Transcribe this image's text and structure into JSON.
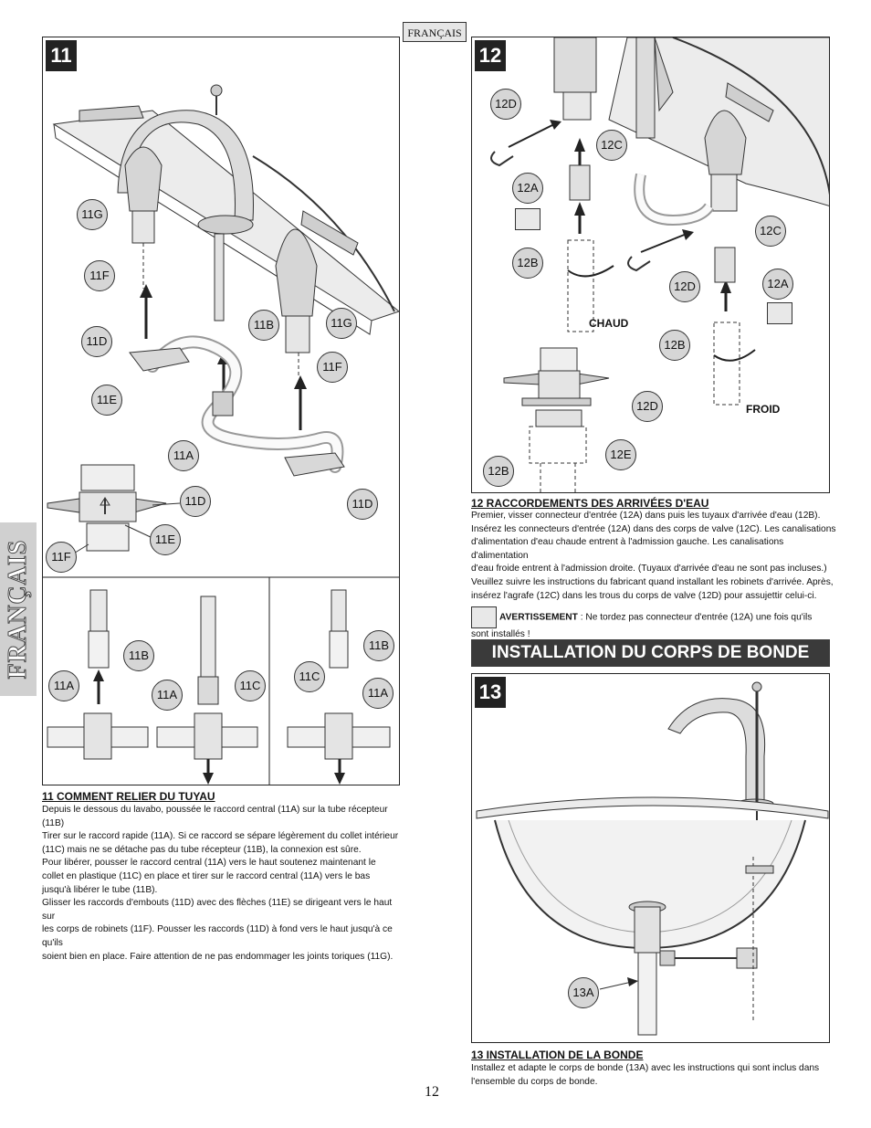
{
  "header": {
    "language_tab": "FRANÇAIS"
  },
  "sidebar": {
    "language": "FRANÇAIS"
  },
  "step11": {
    "number": "11",
    "callouts": [
      "11G",
      "11F",
      "11D",
      "11E",
      "11A",
      "11D",
      "11E",
      "11F",
      "11B",
      "11G",
      "11F",
      "11D"
    ],
    "detail_callouts": [
      "11B",
      "11A",
      "11A",
      "11C",
      "11B",
      "11C",
      "11A"
    ],
    "title": "11  COMMENT RELIER DU TUYAU",
    "lines": [
      "Depuis le dessous du lavabo, poussée le raccord central (11A) sur la tube récepteur (11B)",
      "Tirer sur le raccord rapide (11A). Si ce raccord se sépare légèrement du collet intérieur",
      "(11C) mais ne se détache pas du tube récepteur (11B), la connexion est sûre.",
      "Pour libérer, pousser le raccord central (11A) vers le haut soutenez maintenant le",
      "collet en plastique (11C) en place et tirer sur le raccord central (11A) vers le bas",
      "jusqu'à libérer le tube (11B).",
      "Glisser les raccords d'embouts (11D) avec des flèches (11E) se dirigeant vers le haut sur",
      "les corps de robinets (11F). Pousser les raccords (11D) à fond vers le haut jusqu'à ce qu'ils",
      "soient bien en place. Faire attention de ne pas endommager les joints toriques (11G)."
    ]
  },
  "step12": {
    "number": "12",
    "callouts": [
      "12D",
      "12C",
      "12A",
      "12B",
      "12C",
      "12D",
      "12A",
      "12B",
      "12D",
      "12E",
      "12B"
    ],
    "label_hot": "CHAUD",
    "label_cold": "FROID",
    "title": "12  RACCORDEMENTS DES ARRIVÉES D'EAU",
    "lines": [
      "Premier, visser connecteur d'entrée (12A) dans puis les tuyaux d'arrivée d'eau (12B).",
      "Insérez les connecteurs d'entrée (12A) dans des corps de valve (12C). Les canalisations",
      "d'alimentation d'eau chaude entrent à l'admission gauche. Les canalisations d'alimentation",
      "d'eau froide entrent à l'admission droite. (Tuyaux d'arrivée d'eau ne sont pas incluses.)",
      "Veuillez suivre les instructions du fabricant quand installant les robinets d'arrivée. Après,",
      "insérez l'agrafe (12C) dans les trous du corps de valve (12D) pour assujettir celui-ci."
    ],
    "warning_label": "AVERTISSEMENT",
    "warning_text": " : Ne tordez pas connecteur d'entrée (12A) une fois qu'ils",
    "warning_text2": "sont installés !"
  },
  "section_banner": "INSTALLATION DU CORPS DE BONDE",
  "step13": {
    "number": "13",
    "callout": "13A",
    "title": "13  INSTALLATION DE LA BONDE",
    "lines": [
      "Installez et adapte le corps de bonde (13A) avec les instructions qui sont inclus dans",
      "l'ensemble du corps de bonde."
    ]
  },
  "page_number": "12"
}
